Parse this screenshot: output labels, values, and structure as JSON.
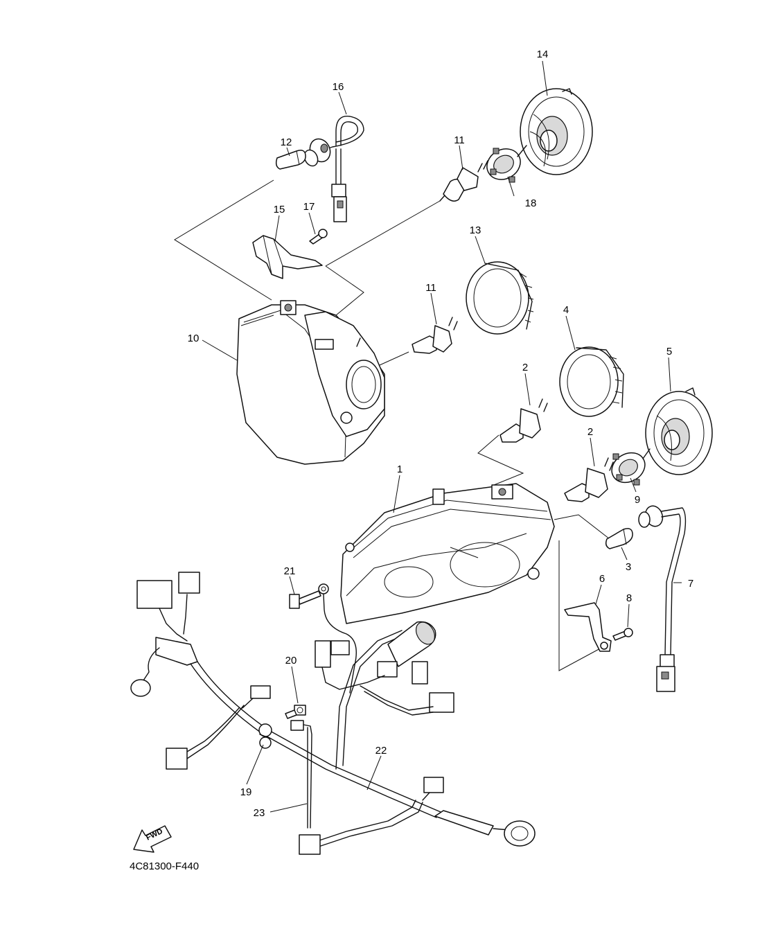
{
  "diagram": {
    "drawing_code": "4C81300-F440",
    "direction_label": "FWD",
    "callouts": {
      "c1": "1",
      "c2a": "2",
      "c2b": "2",
      "c3": "3",
      "c4": "4",
      "c5": "5",
      "c6": "6",
      "c7": "7",
      "c8": "8",
      "c9": "9",
      "c10": "10",
      "c11a": "11",
      "c11b": "11",
      "c12": "12",
      "c13": "13",
      "c14": "14",
      "c15": "15",
      "c16": "16",
      "c17": "17",
      "c18": "18",
      "c19": "19",
      "c20": "20",
      "c21": "21",
      "c22": "22",
      "c23": "23"
    }
  }
}
